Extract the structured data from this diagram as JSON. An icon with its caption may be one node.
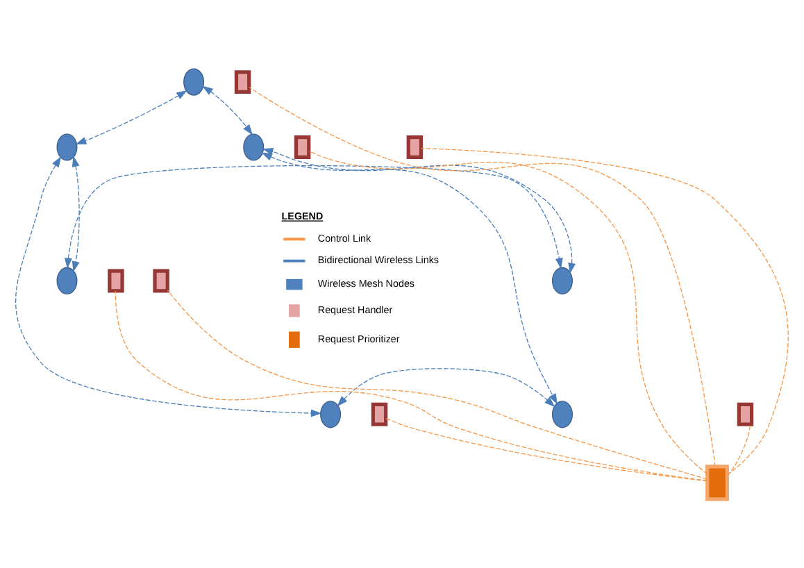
{
  "diagram": {
    "nodes": [
      {
        "text": [],
        "shape": "box"
      },
      {
        "text": [],
        "shape": "circle"
      },
      {
        "text": [],
        "shape": "box"
      },
      {
        "text": [],
        "shape": "circle"
      },
      {
        "text": [],
        "shape": "circle"
      },
      {
        "text": [],
        "shape": "box"
      },
      {
        "text": [],
        "shape": "circle"
      },
      {
        "text": [],
        "shape": "circle"
      },
      {
        "text": [],
        "shape": "box"
      },
      {
        "text": [],
        "shape": "box"
      },
      {
        "text": [],
        "shape": "circle"
      },
      {
        "text": [],
        "shape": "circle"
      },
      {
        "text": [],
        "shape": "box"
      },
      {
        "text": [],
        "shape": "box"
      },
      {
        "text": [],
        "shape": "box"
      }
    ],
    "edges": [
      {
        "from": 1,
        "to": 3,
        "arrow": "both",
        "style": "dashed"
      },
      {
        "from": 1,
        "to": 4,
        "arrow": "both",
        "style": "dashed"
      },
      {
        "from": 3,
        "to": 6,
        "arrow": "both",
        "style": "dashed"
      },
      {
        "from": 7,
        "to": 4,
        "arrow": "both",
        "style": "dashed"
      },
      {
        "from": 6,
        "to": 7,
        "arrow": "both",
        "style": "dashed"
      },
      {
        "from": 3,
        "to": 10,
        "arrow": "both",
        "style": "dashed"
      },
      {
        "from": 4,
        "to": 11,
        "arrow": "both",
        "style": "dashed"
      },
      {
        "from": 10,
        "to": 11,
        "arrow": "both",
        "style": "dashed"
      },
      {
        "from": 14,
        "to": 0,
        "arrow": "none",
        "style": "dashed",
        "color": "#f79646"
      },
      {
        "from": 14,
        "to": 2,
        "arrow": "none",
        "style": "dashed",
        "color": "#f79646"
      },
      {
        "from": 14,
        "to": 8,
        "arrow": "none",
        "style": "dashed",
        "color": "#f79646"
      },
      {
        "from": 14,
        "to": 9,
        "arrow": "none",
        "style": "dashed",
        "color": "#f79646"
      },
      {
        "from": 14,
        "to": 12,
        "arrow": "none",
        "style": "dashed",
        "color": "#f79646"
      },
      {
        "from": 14,
        "to": 13,
        "arrow": "none",
        "style": "dashed",
        "color": "#f79646"
      },
      {
        "from": 14,
        "to": 5,
        "arrow": "none",
        "style": "dashed",
        "color": "#f79646"
      }
    ],
    "labels": [
      "LEGEND"
    ],
    "legend": [
      {
        "text": "Control Link"
      },
      {
        "text": "Bidirectional Wireless Links"
      },
      {
        "text": "Wireless Mesh Nodes"
      },
      {
        "text": "Request Handler"
      },
      {
        "text": "Request Prioritizer"
      }
    ]
  }
}
